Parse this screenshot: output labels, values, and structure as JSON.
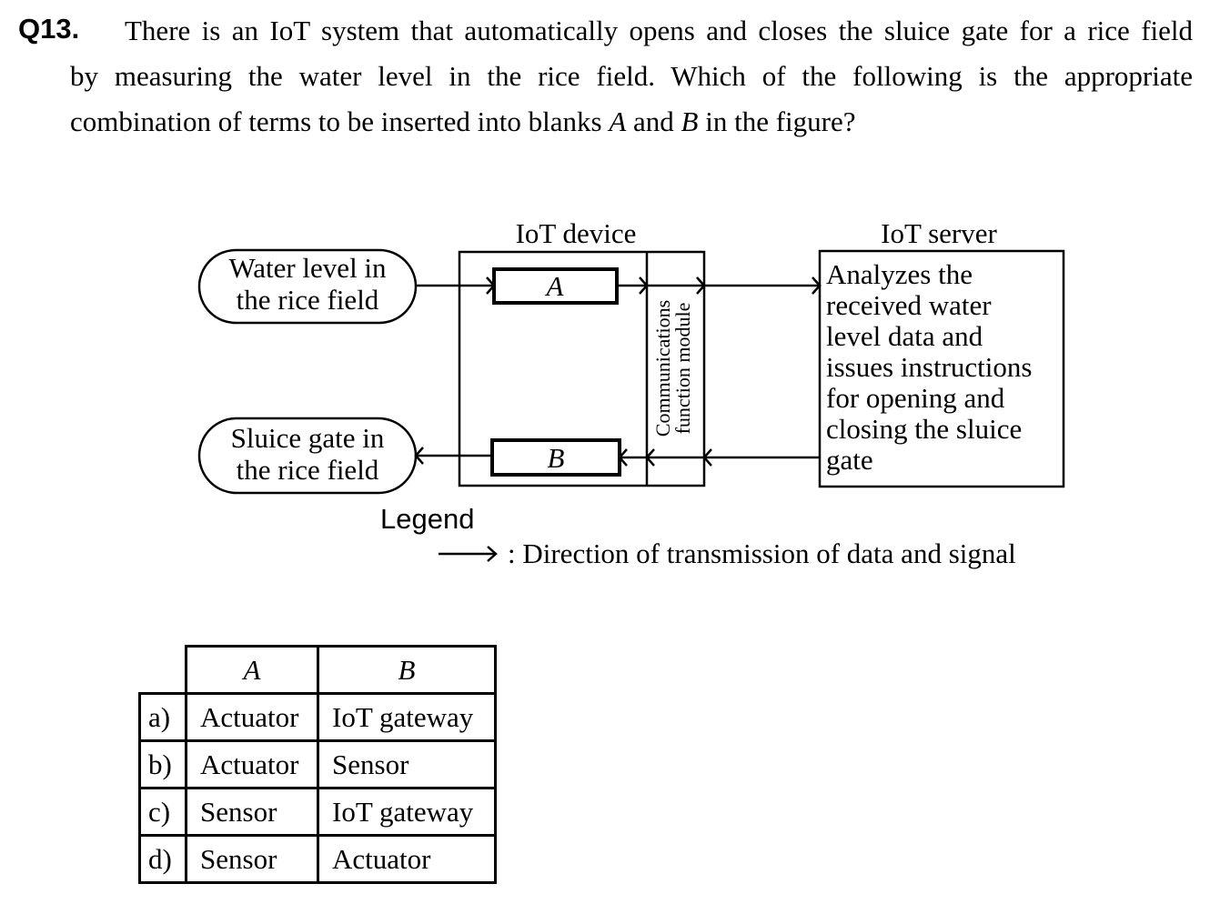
{
  "question": {
    "number": "Q13.",
    "lines": [
      "There is an IoT system that automatically opens and closes the sluice gate for a rice field",
      "by measuring the water level in the rice field. Which of the following is the appropriate"
    ],
    "line3_before": "combination of terms to be inserted into blanks ",
    "line3_var_a": "A",
    "line3_mid": " and ",
    "line3_var_b": "B",
    "line3_after": " in the figure?"
  },
  "diagram": {
    "iot_device_label": "IoT device",
    "iot_server_label": "IoT server",
    "water_level": [
      "Water level in",
      "the rice field"
    ],
    "sluice_gate": [
      "Sluice gate in",
      "the rice field"
    ],
    "blank_a": "A",
    "blank_b": "B",
    "comm_module": [
      "Communications",
      "function module"
    ],
    "server_text": [
      "Analyzes the",
      "received water",
      "level data and",
      "issues instructions",
      "for opening and",
      "closing the sluice",
      "gate"
    ]
  },
  "legend": {
    "title": "Legend",
    "arrow_icon": "right-arrow",
    "description": ": Direction of transmission of data and signal"
  },
  "answers": {
    "headers": [
      "",
      "A",
      "B"
    ],
    "rows": [
      {
        "option": "a)",
        "a": "Actuator",
        "b": "IoT gateway"
      },
      {
        "option": "b)",
        "a": "Actuator",
        "b": "Sensor"
      },
      {
        "option": "c)",
        "a": "Sensor",
        "b": "IoT gateway"
      },
      {
        "option": "d)",
        "a": "Sensor",
        "b": "Actuator"
      }
    ]
  }
}
